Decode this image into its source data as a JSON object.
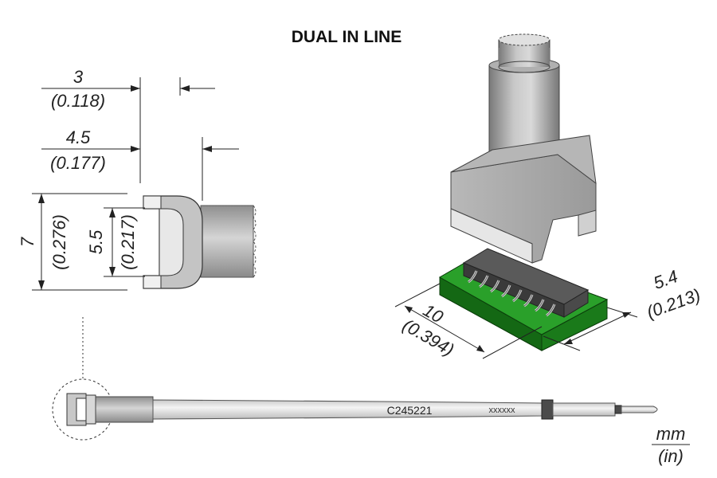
{
  "title": "DUAL IN LINE",
  "dims": {
    "width_inner": {
      "mm": "3",
      "in": "(0.118)"
    },
    "width_outer": {
      "mm": "4.5",
      "in": "(0.177)"
    },
    "height_outer": {
      "mm": "7",
      "in": "(0.276)"
    },
    "height_inner": {
      "mm": "5.5",
      "in": "(0.217)"
    },
    "chip_length": {
      "mm": "10",
      "in": "(0.394)"
    },
    "chip_width": {
      "mm": "5.4",
      "in": "(0.213)"
    }
  },
  "part_number": "C245221",
  "serial": "xxxxxx",
  "units": {
    "primary": "mm",
    "secondary": "(in)"
  },
  "colors": {
    "pcb_green": "#1d8a1d",
    "tip_grey": "#9a9a9a",
    "chip_dark": "#4a4a4a"
  }
}
